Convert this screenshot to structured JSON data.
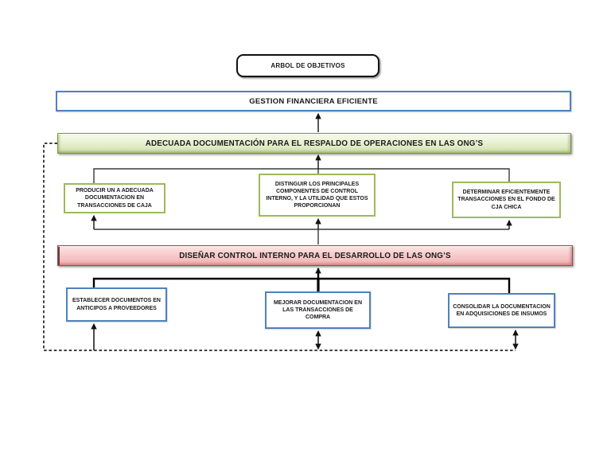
{
  "diagram": {
    "header": "ARBOL DE OBJETIVOS",
    "goal": "GESTION FINANCIERA EFICIENTE",
    "purpose": "ADECUADA DOCUMENTACIÓN PARA EL RESPALDO DE OPERACIONES EN LAS ONG’S",
    "results": [
      "PRODUCIR UN A ADECUADA DOCUMENTACION EN TRANSACCIONES DE CAJA",
      "DISTINGUIR LOS PRINCIPALES COMPONENTES DE CONTROL INTERNO, Y LA UTILIDAD QUE ESTOS PROPORCIONAN",
      "DETERMINAR EFICIENTEMENTE TRANSACCIONES EN EL FONDO DE CJA CHICA"
    ],
    "central_objective": "DISEÑAR CONTROL INTERNO PARA EL DESARROLLO DE LAS ONG’S",
    "means": [
      "ESTABLECER DOCUMENTOS EN ANTICIPOS A PROVEEDORES",
      "MEJORAR DOCUMENTACION EN LAS TRANSACCIONES DE COMPRA",
      "CONSOLIDAR LA DOCUMENTACION EN ADQUISICIONES DE INSUMOS"
    ],
    "colors": {
      "goal_border": "#4f81bd",
      "result_border": "#9bbb59",
      "purpose_fill": "#e8f0d5",
      "purpose_border": "#7e963f",
      "central_fill": "#f6bfbf",
      "central_border": "#9c4a4a",
      "means_border": "#4f81bd",
      "connector": "#1a1a1a"
    }
  }
}
